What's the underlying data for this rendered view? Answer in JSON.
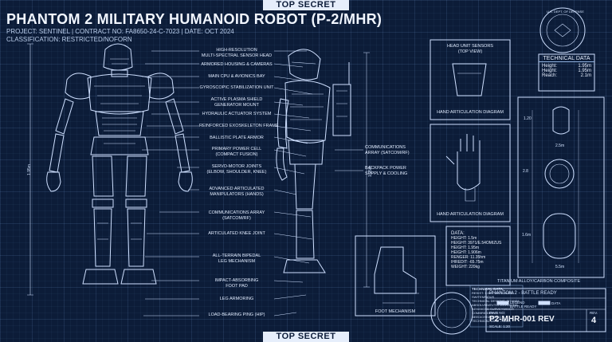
{
  "top_banner": "TOP SECRET",
  "bottom_banner": "TOP SECRET",
  "title": "PHANTOM 2 MILITARY HUMANOID ROBOT (P-2/MHR)",
  "meta": {
    "line1": "PROJECT: SENTINEL  |  CONTRACT NO: FA8650-24-C-7023  |  DATE: OCT 2024",
    "line2": "CLASSIFICATION: RESTRICTED/NOFORN"
  },
  "callouts": [
    "HIGH-RESOLUTION\nMULTI-SPECTRAL SENSOR HEAD",
    "ARMORED HOUSING & CAMERAS",
    "MAIN CPU & AVIONICS BAY",
    "GYROSCOPIC STABILIZATION UNIT",
    "ACTIVE PLASMA SHIELD\nGENERATOR MOUNT",
    "HYDRAULIC ACTUATOR SYSTEM",
    "REINFORCED EXOSKELETON FRAME",
    "BALLISTIC PLATE ARMOR",
    "PRIMARY POWER CELL\n(COMPACT FUSION)",
    "SERVO-MOTOR JOINTS\n(ELBOW, SHOULDER, KNEE)",
    "ADVANCED ARTICULATED\nMANIPULATORS (HANDS)",
    "COMMUNICATIONS ARRAY\n(SATCOM/RF)",
    "ARTICULATED KNEE JOINT",
    "ALL-TERRAIN BIPEDAL\nLEG MECHANISM",
    "IMPACT-ABSORBING\nFOOT PAD",
    "LEG ARMORING",
    "LOAD-BEARING PING (HIP)"
  ],
  "right_callouts": [
    "COMMUNICATIONS\nARRAY (SATCOM/RF)",
    "BACKPACK POWER\nSUPPLY & COOLING"
  ],
  "dims": {
    "front_height": "1.95m",
    "side_height": "1.95m"
  },
  "panels": {
    "head_top": "HEAD UNIT SENSORS\n(TOP VIEW)",
    "hand1": "HAND ARTICULATION DIAGRAM",
    "hand2": "HAND ARTICULATION DIAGRAM",
    "foot": "FOOT MECHANISM"
  },
  "data_list": {
    "title": "DATA:",
    "items": [
      "HEIGHT: 1.5m",
      "HEIGHT: 3971/E.54OMIZUS",
      "HEIGHT: 1.95m",
      "HEIGHT: 1.906m",
      "RENGER: 11.35hm",
      "IHREDIT: -65.75m",
      "WEIGHT: 220kg"
    ]
  },
  "tech_data": {
    "title": "TECHNICAL DATA",
    "rows": [
      {
        "k": "Height:",
        "v": "1.95m"
      },
      {
        "k": "Height:",
        "v": "1.95m"
      },
      {
        "k": "Reach:",
        "v": "2.1m"
      }
    ]
  },
  "side_dims": [
    "1.20",
    "2.5m",
    "2.8",
    "1.6m",
    "5.5m"
  ],
  "seal_text": "U.S. DEPT. OF DEFENSE",
  "notes": {
    "title": "TECHNICAL DATA:",
    "lines": [
      "RESIST: 1.00/L 0BSTLADDIN",
      "SWITENRIOUS",
      "TECHNICAL DESIGNS, TITANIM",
      "ABSOLVED/EVTISTERROSING",
      "ADVANCED SURVEYWIDER",
      "COMBRIDDER 03",
      "NEEDIOSEADISING",
      "TECHNICAL DASE 7/9D23"
    ]
  },
  "material": "TITANIUM ALLOY/CARBON COMPOSITE",
  "status": "PHANTOM 2 - BATTLE READY",
  "legend": [
    "LEGEND",
    "BATTLE READY",
    "DATA"
  ],
  "dwg_no_label": "DWG NO:",
  "dwg_no": "P2-MHR-001 REV",
  "rev_label": "REV.",
  "rev": "4",
  "scale": "SCALE: 1:20",
  "colors": {
    "background": "#0c1c38",
    "line": "#cfe0ff",
    "accent": "#8fb2e0"
  }
}
